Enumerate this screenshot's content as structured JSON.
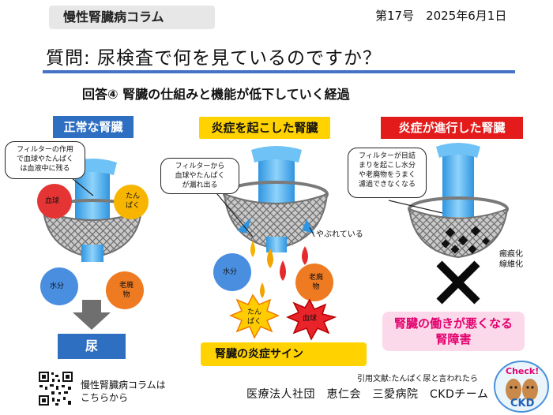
{
  "header": {
    "series_tag": "慢性腎臓病コラム",
    "issue": "第17号　2025年6月1日",
    "question": "質問:  尿検査で何を見ているのですか？",
    "answer": "回答④  腎臓の仕組みと機能が低下していく経過"
  },
  "panels": {
    "normal": {
      "title": "正常な腎臓",
      "bubble": [
        "フィルターの作用",
        "で血球やたんぱく",
        "は血液中に残る"
      ],
      "ball_blood": "血球",
      "ball_protein": [
        "たん",
        "ぱく"
      ],
      "ball_water": "水分",
      "ball_waste": [
        "老廃",
        "物"
      ],
      "result": "尿"
    },
    "inflamed": {
      "title": "炎症を起こした腎臓",
      "bubble": [
        "フィルターから",
        "血球やたんぱく",
        "が漏れ出る"
      ],
      "torn_label": "やぶれている",
      "ball_water": "水分",
      "ball_waste": [
        "老廃",
        "物"
      ],
      "star_protein": [
        "たん",
        "ぱく"
      ],
      "star_blood": "血球",
      "sign": "腎臓の炎症サイン"
    },
    "advanced": {
      "title": "炎症が進行した腎臓",
      "bubble": [
        "フィルターが目詰",
        "まりを起こし水分",
        "や老廃物をうまく",
        "濾過できなくなる"
      ],
      "scar_label": [
        "瘢痕化",
        "線維化"
      ],
      "result": [
        "腎臓の働きが悪くなる",
        "腎障害"
      ]
    }
  },
  "footer": {
    "qr_text": [
      "慢性腎臓病コラムは",
      "こちらから"
    ],
    "citation": "引用文献:たんぱく尿と言われたら",
    "organization": "医療法人社団　恵仁会　三愛病院　CKDチーム",
    "logo_top": "Check!",
    "logo_bottom": "CKD"
  },
  "colors": {
    "rule_blue": "#4472c4",
    "normal_blue": "#2f6fc1",
    "inflamed_yellow": "#ffd200",
    "advanced_red": "#e31b1b",
    "ckd_pink": "#fbd9ea",
    "water_blue": "#4aaee8"
  }
}
